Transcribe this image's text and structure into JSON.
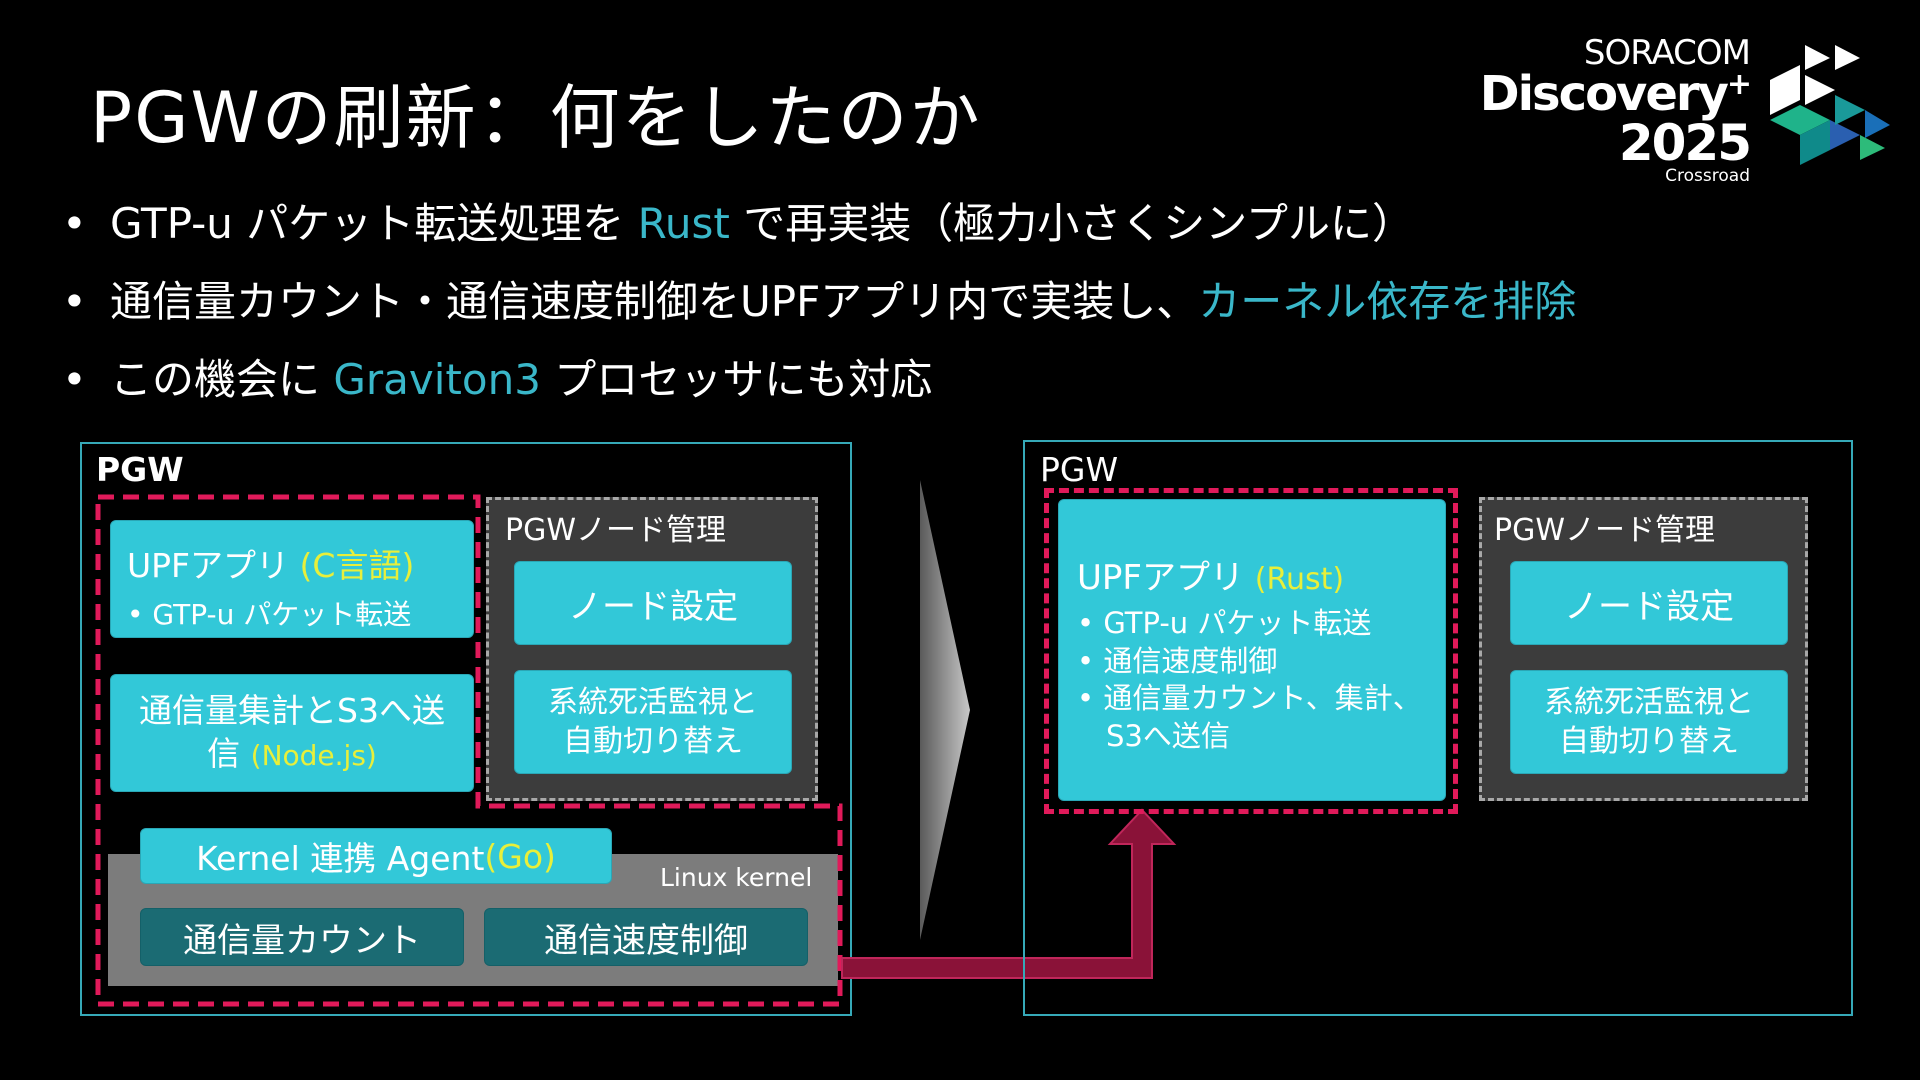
{
  "title": "PGWの刷新：何をしたのか",
  "logo": {
    "line1": "SORACOM",
    "line2": "Discovery",
    "plus": "+",
    "line3": "2025",
    "line4": "Crossroad"
  },
  "bullets": [
    {
      "dot": "•",
      "pre": "GTP-u パケット転送処理を ",
      "hl": "Rust",
      "post": " で再実装（極力小さくシンプルに）"
    },
    {
      "dot": "•",
      "pre": "通信量カウント・通信速度制御をUPFアプリ内で実装し、",
      "hl": "カーネル依存を排除",
      "post": ""
    },
    {
      "dot": "•",
      "pre": "この機会に ",
      "hl": "Graviton3",
      "post": " プロセッサにも対応"
    }
  ],
  "left": {
    "label": "PGW",
    "upf_title": "UPFアプリ ",
    "upf_lang": "(C言語)",
    "upf_item": "• GTP-u パケット転送",
    "agg_line1": "通信量集計とS3へ送",
    "agg_line2": "信 ",
    "agg_lang": "(Node.js)",
    "node_mgmt": "PGWノード管理",
    "node_setting": "ノード設定",
    "monitor_line1": "系統死活監視と",
    "monitor_line2": "自動切り替え",
    "agent": "Kernel 連携 Agent ",
    "agent_lang": "(Go)",
    "kernel_label": "Linux kernel",
    "count": "通信量カウント",
    "speed": "通信速度制御"
  },
  "right": {
    "label": "PGW",
    "upf_title": "UPFアプリ ",
    "upf_lang": "(Rust)",
    "items": [
      "• GTP-u パケット転送",
      "• 通信速度制御",
      "• 通信量カウント、集計、",
      "　S3へ送信"
    ],
    "node_mgmt": "PGWノード管理",
    "node_setting": "ノード設定",
    "monitor_line1": "系統死活監視と",
    "monitor_line2": "自動切り替え"
  },
  "colors": {
    "accent": "#3ab7c9",
    "highlight_yellow": "#e8ef3a",
    "dashed_red": "#e01a5a",
    "arrow": "#8a1238",
    "box_cyan": "#32c8d8",
    "box_teal": "#1b6b73"
  }
}
